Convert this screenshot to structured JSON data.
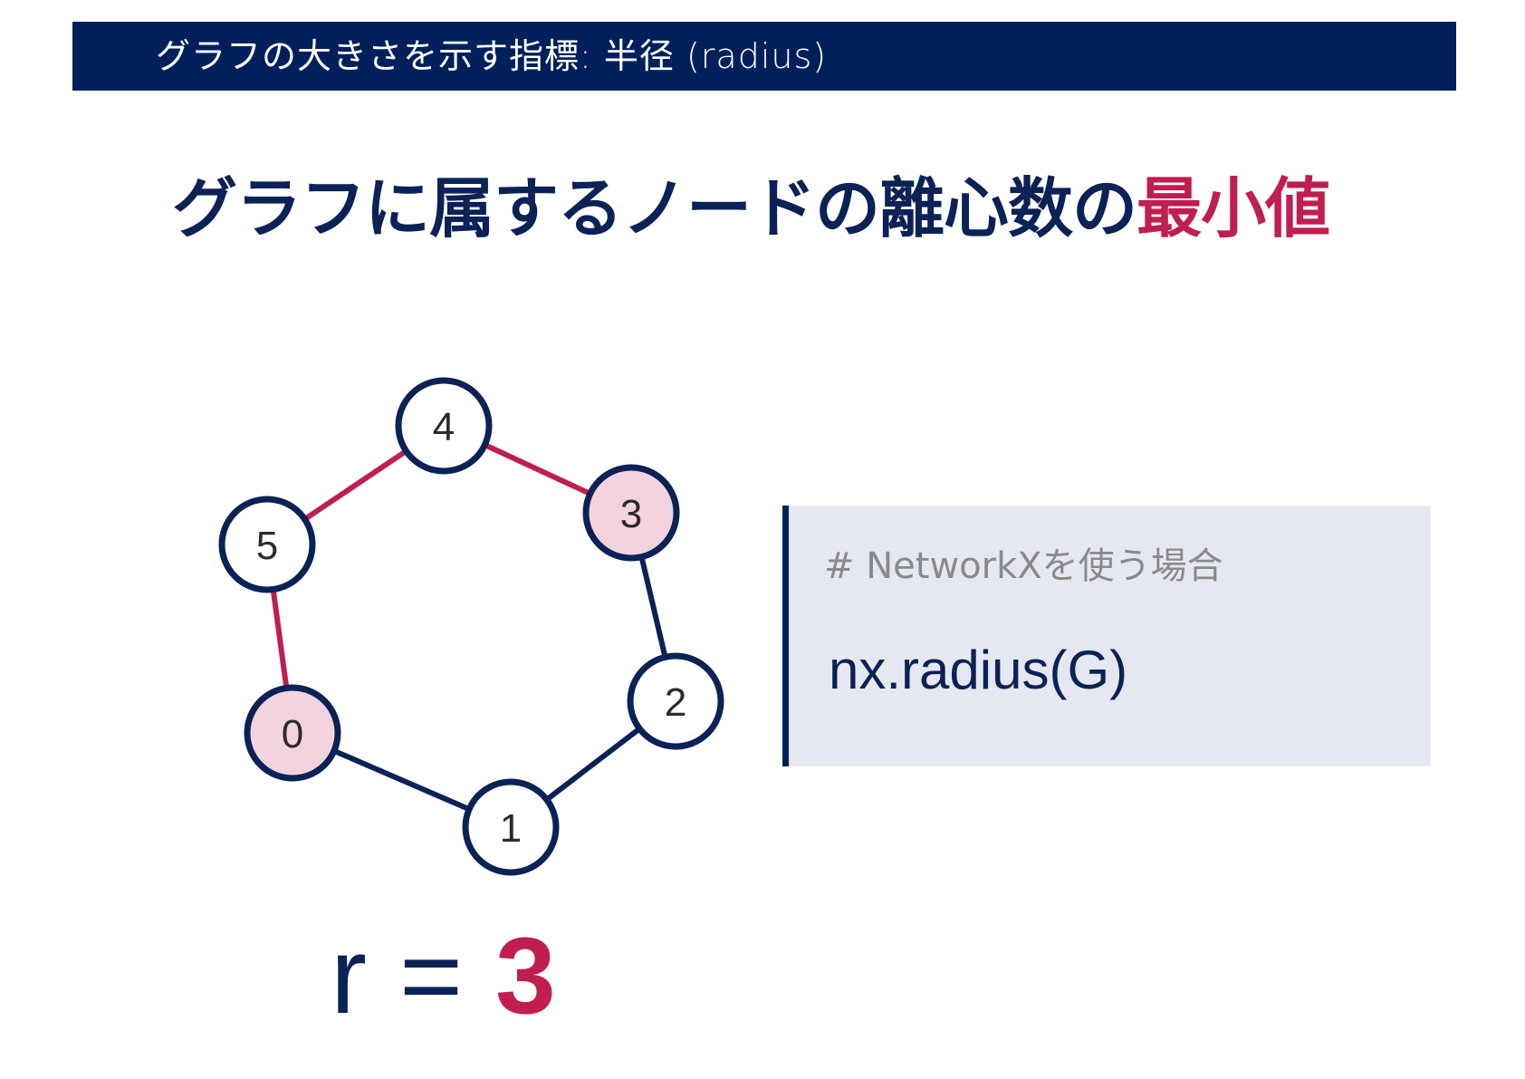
{
  "header": {
    "title": "グラフの大きさを示す指標: 半径 (radius)"
  },
  "main_title": {
    "text": "グラフに属するノードの離心数の",
    "accent_text": "最小値"
  },
  "colors": {
    "navy": "#0b2257",
    "header_bg": "#00205b",
    "accent": "#c01e4f",
    "highlight_fill": "#f3d3dd",
    "code_bg": "#e5e8f0"
  },
  "graph": {
    "nodes": [
      {
        "id": "0",
        "label": "0",
        "highlighted": true
      },
      {
        "id": "1",
        "label": "1",
        "highlighted": false
      },
      {
        "id": "2",
        "label": "2",
        "highlighted": false
      },
      {
        "id": "3",
        "label": "3",
        "highlighted": true
      },
      {
        "id": "4",
        "label": "4",
        "highlighted": false
      },
      {
        "id": "5",
        "label": "5",
        "highlighted": false
      }
    ],
    "edges": [
      {
        "from": "0",
        "to": "1",
        "highlighted": false
      },
      {
        "from": "1",
        "to": "2",
        "highlighted": false
      },
      {
        "from": "2",
        "to": "3",
        "highlighted": false
      },
      {
        "from": "3",
        "to": "4",
        "highlighted": true
      },
      {
        "from": "4",
        "to": "5",
        "highlighted": true
      },
      {
        "from": "5",
        "to": "0",
        "highlighted": true
      }
    ]
  },
  "code": {
    "comment": "# NetworkXを使う場合",
    "line": "nx.radius(G)"
  },
  "result": {
    "variable": "r",
    "equals": "=",
    "value": "3"
  }
}
